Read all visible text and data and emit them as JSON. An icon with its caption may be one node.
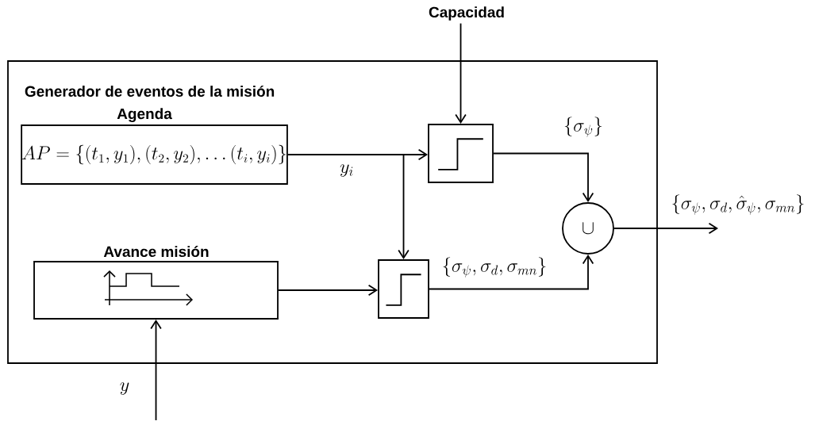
{
  "diagram": {
    "nodes": [
      {
        "text": [
          "Generador de eventos de la misión"
        ]
      },
      {
        "text": [
          "Agenda",
          "AP=\\left\\{(t_1,y_1),(t_2,y_2),\\ldots(t_i,y_i)\\right\\}"
        ],
        "in": 0
      },
      {
        "text": [
          "Avance misión"
        ],
        "in": 0
      },
      {
        "text": [],
        "shape": "box",
        "in": 0
      },
      {
        "text": [],
        "shape": "box",
        "in": 0
      },
      {
        "text": [
          "\\cup"
        ],
        "in": 0
      },
      {
        "text": [
          "Capacidad"
        ]
      }
    ],
    "edges": [
      {
        "from": 6,
        "to": 3,
        "arrow": "to"
      },
      {
        "from": 1,
        "to": 3,
        "arrow": "to",
        "label": "y_i"
      },
      {
        "from": 1,
        "to": 4,
        "arrow": "to"
      },
      {
        "from": 2,
        "to": 4,
        "arrow": "to"
      },
      {
        "from": 3,
        "to": 5,
        "arrow": "to",
        "label": "\\left\\{\\sigma_\\psi\\right\\}"
      },
      {
        "from": 4,
        "to": 5,
        "arrow": "to",
        "label": "\\left\\{\\sigma_\\psi,\\sigma_d,\\sigma_{mn}\\right\\}"
      },
      {
        "from": 5,
        "to": null,
        "arrow": "to",
        "label": "\\left\\{\\sigma_\\psi,\\sigma_d,\\hat{\\sigma}_\\psi,\\sigma_{mn}\\right\\}"
      },
      {
        "from": null,
        "to": 2,
        "arrow": "to",
        "label": "y"
      }
    ]
  }
}
